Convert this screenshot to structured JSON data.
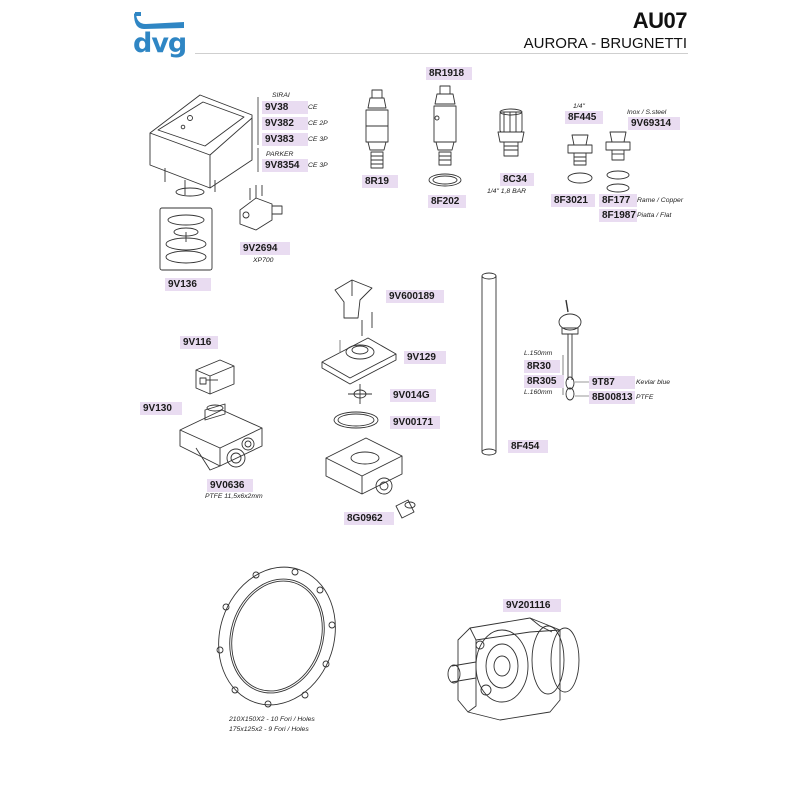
{
  "brand": {
    "logo_text": "dvg",
    "accent": "#2f86c4"
  },
  "header": {
    "code": "AU07",
    "subtitle": "AURORA - BRUGNETTI"
  },
  "labels": {
    "sirai": "SIRAI",
    "parker": "PARKER",
    "c_9v38": "9V38",
    "n_9v38": "CE",
    "c_9v382": "9V382",
    "n_9v382": "CE 2P",
    "c_9v383": "9V383",
    "n_9v383": "CE 3P",
    "c_9v8354": "9V8354",
    "n_9v8354": "CE 3P",
    "c_9v136": "9V136",
    "c_9v2694": "9V2694",
    "n_9v2694": "XP700",
    "c_8r1918": "8R1918",
    "c_8r19": "8R19",
    "c_8f202": "8F202",
    "c_8c34": "8C34",
    "n_8c34": "1/4\" 1,8 BAR",
    "n_quarter": "1/4\"",
    "c_8f445": "8F445",
    "n_inox": "Inox / S.steel",
    "c_9v69314": "9V69314",
    "c_8f3021": "8F3021",
    "c_8f177": "8F177",
    "n_8f177": "Rame / Copper",
    "c_8f1987": "8F1987",
    "n_8f1987": "Piatta / Flat",
    "c_9v600189": "9V600189",
    "c_9v129": "9V129",
    "c_9v014g": "9V014G",
    "c_9v00171": "9V00171",
    "c_8g0962": "8G0962",
    "c_9v116": "9V116",
    "c_9v130": "9V130",
    "c_9v0636": "9V0636",
    "n_9v0636": "PTFE 11,5x6x2mm",
    "c_8f454": "8F454",
    "n_l150": "L.150mm",
    "c_8r30": "8R30",
    "c_8r305": "8R305",
    "n_l160": "L.160mm",
    "c_9t87": "9T87",
    "n_9t87": "Kevlar blue",
    "c_8b00813": "8B00813",
    "n_8b00813": "PTFE",
    "n_gasket1": "210X150X2 - 10 Fori / Holes",
    "n_gasket2": "175x125x2 - 9 Fori / Holes",
    "c_9v201116": "9V201116"
  }
}
